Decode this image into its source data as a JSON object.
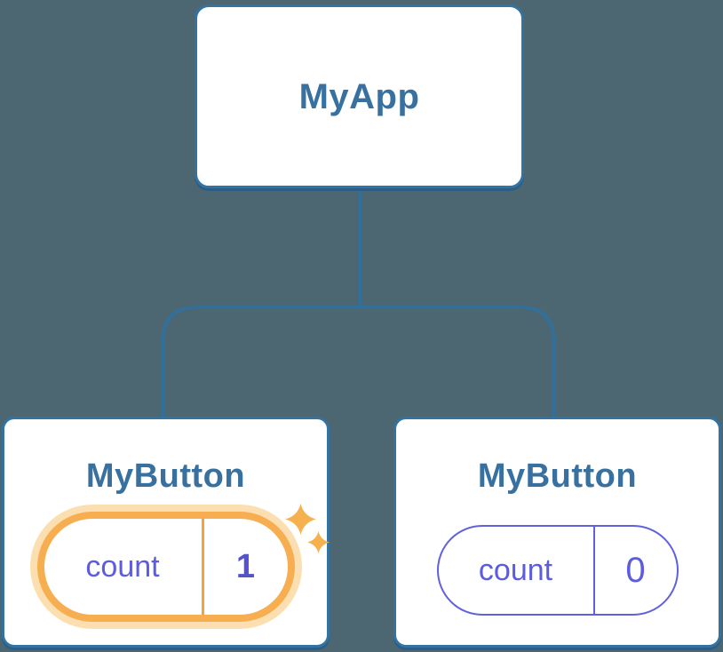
{
  "colors": {
    "background": "#4c6772",
    "line": "#2f709f",
    "card_border": "#3273a2",
    "card_shadow": "#2c5e85",
    "node_text": "#38719f",
    "state_text": "#5c5ce2",
    "state_value_emph": "#5452cf",
    "highlight_border": "#f7ae50",
    "highlight_glow": "#fcdfb1",
    "sparkle": "#f5b14f"
  },
  "tree": {
    "root": {
      "label": "MyApp"
    },
    "children": [
      {
        "label": "MyButton",
        "highlighted": true,
        "state": {
          "name": "count",
          "value": "1"
        }
      },
      {
        "label": "MyButton",
        "highlighted": false,
        "state": {
          "name": "count",
          "value": "0"
        }
      }
    ]
  }
}
